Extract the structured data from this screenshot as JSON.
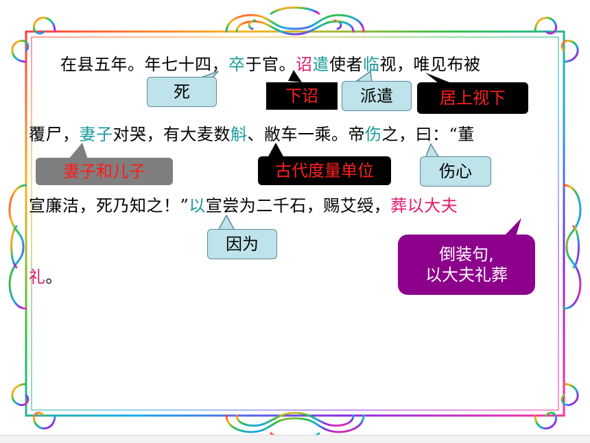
{
  "passage": {
    "line1": [
      {
        "t": "在县五年。年七十四，",
        "c": ""
      },
      {
        "t": "卒",
        "c": "teal"
      },
      {
        "t": "于官。",
        "c": ""
      },
      {
        "t": "诏",
        "c": "pink"
      },
      {
        "t": "遣",
        "c": "teal"
      },
      {
        "t": "使者",
        "c": ""
      },
      {
        "t": "临",
        "c": "teal"
      },
      {
        "t": "视，唯见布被",
        "c": ""
      }
    ],
    "line2": [
      {
        "t": "覆尸，",
        "c": ""
      },
      {
        "t": "妻子",
        "c": "teal"
      },
      {
        "t": "对哭，有大麦数",
        "c": ""
      },
      {
        "t": "斛",
        "c": "teal"
      },
      {
        "t": "、敝车一乘。帝",
        "c": ""
      },
      {
        "t": "伤",
        "c": "teal"
      },
      {
        "t": "之，曰：“董",
        "c": ""
      }
    ],
    "line3": [
      {
        "t": "宣廉洁，死乃知之！”",
        "c": ""
      },
      {
        "t": "以",
        "c": "teal"
      },
      {
        "t": "宣尝为二千石，赐艾绶，",
        "c": ""
      },
      {
        "t": "葬以大夫",
        "c": "pink"
      }
    ],
    "line4": [
      {
        "t": "礼",
        "c": "pink"
      },
      {
        "t": "。",
        "c": ""
      }
    ]
  },
  "notes": {
    "si": "死",
    "xiazhao": "下诏",
    "paiqian": "派遣",
    "jushang": "居上视下",
    "qizi": "妻子和儿子",
    "gudai": "古代度量单位",
    "shangxin": "伤心",
    "yinwei": "因为",
    "daozhuang_1": "倒装句,",
    "daozhuang_2": "以大夫礼葬"
  },
  "colors": {
    "frame_gradient": [
      "#ff3b3b",
      "#ffd21a",
      "#2fbf4a",
      "#1aa8e6",
      "#8a2be2",
      "#ff2fa0"
    ],
    "teal_text": "#1a9a9a",
    "pink_text": "#e0186c"
  }
}
